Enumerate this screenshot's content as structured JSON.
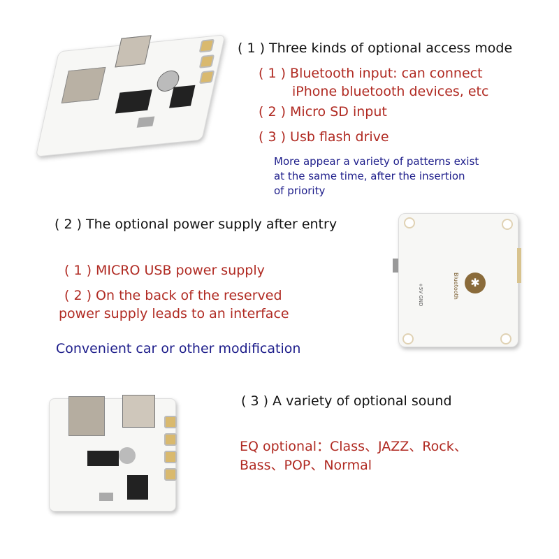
{
  "section1": {
    "title": "( 1 ) Three kinds of optional access mode",
    "items": [
      "( 1 ) Bluetooth input: can connect",
      "iPhone bluetooth devices, etc",
      "( 2 ) Micro SD input",
      "( 3 ) Usb flash drive"
    ],
    "note": [
      "More appear a variety of patterns exist",
      "at the same time, after the insertion",
      "of priority"
    ]
  },
  "section2": {
    "title": "( 2 ) The optional power supply after entry",
    "items": [
      "( 1 ) MICRO USB power supply",
      "( 2 ) On the back of the reserved",
      "power supply leads to an interface"
    ],
    "note": "Convenient car or other modification",
    "board_labels": {
      "bluetooth": "Bluetooth",
      "pins": "+5V GND"
    }
  },
  "section3": {
    "title": "( 3 ) A variety of optional sound",
    "items": [
      "EQ optional：Class、JAZZ、Rock、",
      "Bass、POP、Normal"
    ]
  },
  "colors": {
    "heading": "#111111",
    "item": "#b02a22",
    "note": "#1c1c8a"
  }
}
